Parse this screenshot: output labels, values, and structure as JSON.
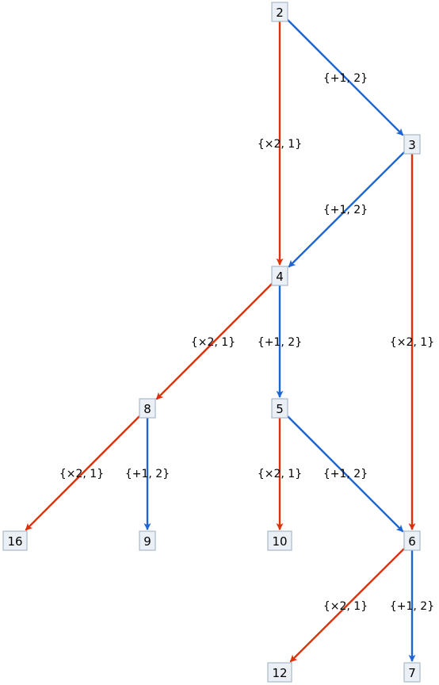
{
  "graph": {
    "colors": {
      "mul": "#e0300a",
      "add": "#1d65d6",
      "node_fill": "#eaf0f5",
      "node_border": "#a9b9c9"
    },
    "nodes": [
      {
        "id": "2",
        "label": "2"
      },
      {
        "id": "3",
        "label": "3"
      },
      {
        "id": "4",
        "label": "4"
      },
      {
        "id": "5",
        "label": "5"
      },
      {
        "id": "6",
        "label": "6"
      },
      {
        "id": "7",
        "label": "7"
      },
      {
        "id": "8",
        "label": "8"
      },
      {
        "id": "9",
        "label": "9"
      },
      {
        "id": "10",
        "label": "10"
      },
      {
        "id": "12",
        "label": "12"
      },
      {
        "id": "16",
        "label": "16"
      }
    ],
    "edges": [
      {
        "from": "2",
        "to": "4",
        "label": "{×2, 1}",
        "kind": "mul"
      },
      {
        "from": "2",
        "to": "3",
        "label": "{+1, 2}",
        "kind": "add"
      },
      {
        "from": "3",
        "to": "4",
        "label": "{+1, 2}",
        "kind": "add"
      },
      {
        "from": "3",
        "to": "6",
        "label": "{×2, 1}",
        "kind": "mul"
      },
      {
        "from": "4",
        "to": "8",
        "label": "{×2, 1}",
        "kind": "mul"
      },
      {
        "from": "4",
        "to": "5",
        "label": "{+1, 2}",
        "kind": "add"
      },
      {
        "from": "8",
        "to": "16",
        "label": "{×2, 1}",
        "kind": "mul"
      },
      {
        "from": "8",
        "to": "9",
        "label": "{+1, 2}",
        "kind": "add"
      },
      {
        "from": "5",
        "to": "10",
        "label": "{×2, 1}",
        "kind": "mul"
      },
      {
        "from": "5",
        "to": "6",
        "label": "{+1, 2}",
        "kind": "add"
      },
      {
        "from": "6",
        "to": "12",
        "label": "{×2, 1}",
        "kind": "mul"
      },
      {
        "from": "6",
        "to": "7",
        "label": "{+1, 2}",
        "kind": "add"
      }
    ]
  }
}
